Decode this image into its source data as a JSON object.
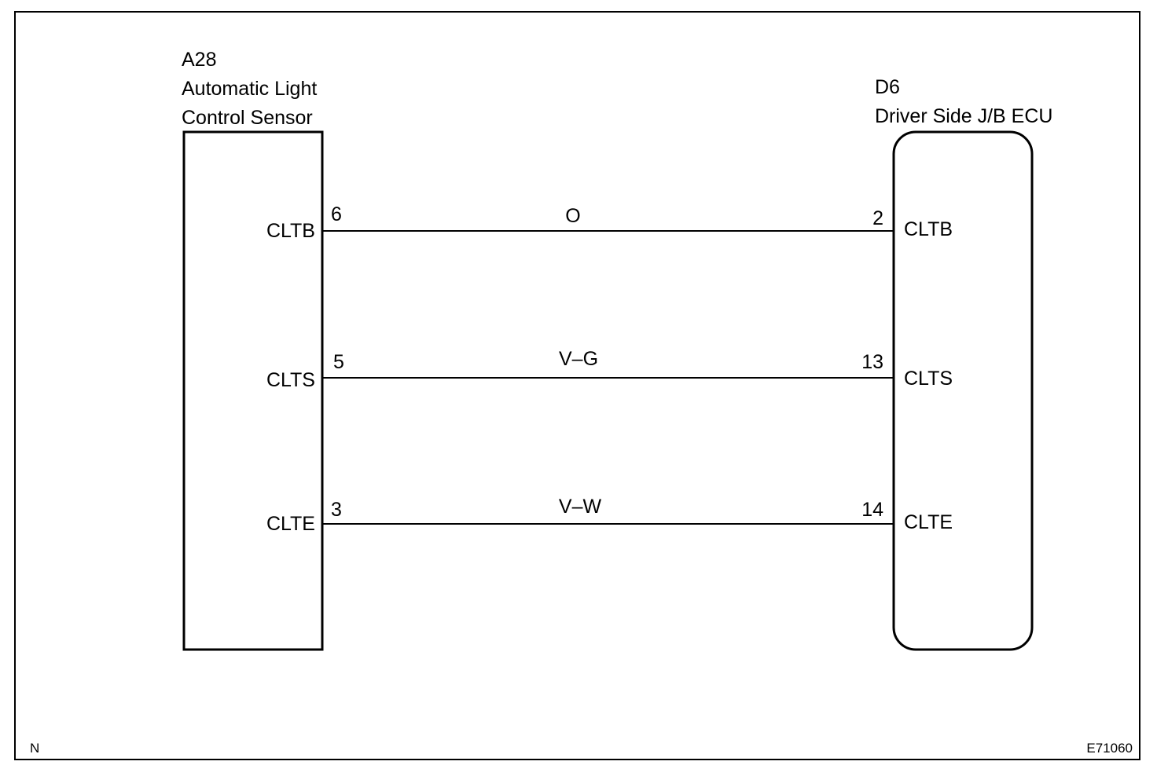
{
  "left_component": {
    "code": "A28",
    "name_line1": "Automatic Light",
    "name_line2": "Control Sensor"
  },
  "right_component": {
    "code": "D6",
    "name": "Driver Side J/B ECU"
  },
  "wires": [
    {
      "left_terminal": "CLTB",
      "left_pin": "6",
      "color": "O",
      "right_pin": "2",
      "right_terminal": "CLTB"
    },
    {
      "left_terminal": "CLTS",
      "left_pin": "5",
      "color": "V–G",
      "right_pin": "13",
      "right_terminal": "CLTS"
    },
    {
      "left_terminal": "CLTE",
      "left_pin": "3",
      "color": "V–W",
      "right_pin": "14",
      "right_terminal": "CLTE"
    }
  ],
  "footer": {
    "left_mark": "N",
    "figure_id": "E71060"
  }
}
